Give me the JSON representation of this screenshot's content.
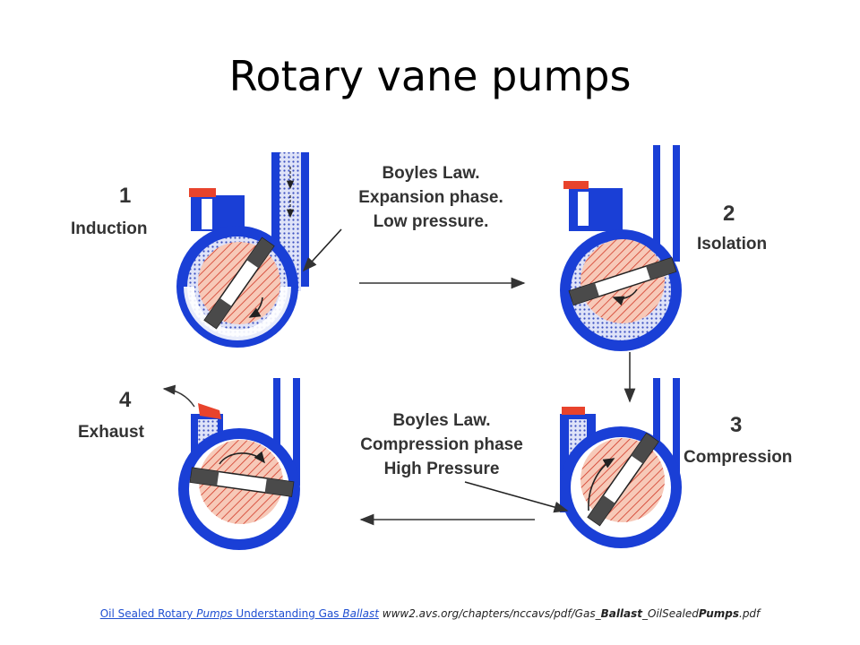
{
  "title": "Rotary vane pumps",
  "stages": [
    {
      "number": "1",
      "label": "Induction"
    },
    {
      "number": "2",
      "label": "Isolation"
    },
    {
      "number": "3",
      "label": "Compression"
    },
    {
      "number": "4",
      "label": "Exhaust"
    }
  ],
  "notes": {
    "expansion": [
      "Boyles Law.",
      "Expansion phase.",
      "Low pressure."
    ],
    "compression": [
      "Boyles Law.",
      "Compression phase",
      "High Pressure"
    ]
  },
  "colors": {
    "housing": "#1a3fd6",
    "rotor_fill": "#f7c9b8",
    "rotor_hatch": "#d23a28",
    "valve": "#e8432c",
    "gas": "#9aa6e8"
  },
  "footer": {
    "link_part1": "Oil Sealed Rotary ",
    "link_part2": "Pumps",
    "link_part3": " Understanding Gas ",
    "link_part4": "Ballast",
    "src_part1": " www2.avs.org/chapters/nccavs/pdf/Gas_",
    "src_part2": "Ballast",
    "src_part3": "_OilSealed",
    "src_part4": "Pumps",
    "src_part5": ".pdf"
  }
}
